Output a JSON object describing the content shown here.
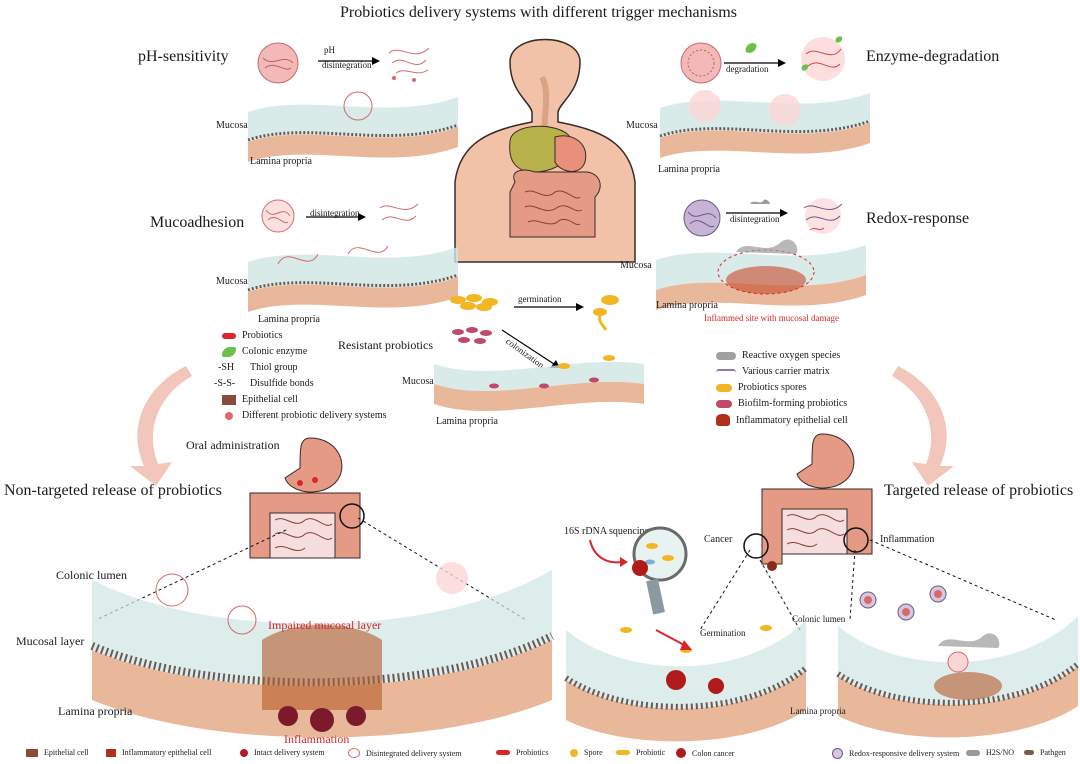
{
  "title": "Probiotics delivery systems with different trigger mechanisms",
  "panels": {
    "ph": {
      "heading": "pH-sensitivity",
      "arrow_top": "pH",
      "arrow_bottom": "disintegration",
      "mucosa": "Mucosa",
      "lamina": "Lamina propria"
    },
    "enzyme": {
      "heading": "Enzyme-degradation",
      "arrow": "degradation",
      "mucosa": "Mucosa",
      "lamina": "Lamina propria"
    },
    "muco": {
      "heading": "Mucoadhesion",
      "arrow": "disintegration",
      "mucosa": "Mucosa",
      "lamina": "Lamina propria"
    },
    "redox": {
      "heading": "Redox-response",
      "arrow": "disintegration",
      "mucosa": "Mucosa",
      "lamina": "Lamina propria",
      "inflamed": "Inflammed site with mucosal damage"
    },
    "resistant": {
      "heading": "Resistant probiotics",
      "germination": "germination",
      "colonization": "colonization",
      "mucosa": "Mucosa",
      "lamina": "Lamina propria"
    }
  },
  "legend_left": [
    "Probiotics",
    "Colonic enzyme",
    "Thiol group",
    "Disulfide bonds",
    "Epithelial cell",
    "Different probiotic delivery systems"
  ],
  "legend_left_symbols": [
    "",
    "",
    "-SH",
    "-S-S-",
    "",
    ""
  ],
  "legend_right": [
    "Reactive oxygen species",
    "Various carrier matrix",
    "Probiotics spores",
    "Biofilm-forming probiotics",
    "Inflammatory epithelial cell"
  ],
  "bottom": {
    "oral": "Oral administration",
    "non_targeted": "Non-targeted release of probiotics",
    "targeted": "Targeted release of probiotics",
    "colonic_lumen": "Colonic lumen",
    "mucosal_layer": "Mucosal layer",
    "lamina_propria": "Lamina propria",
    "impaired": "Impaired mucosal layer",
    "inflammation_red": "Inflammation",
    "rdna": "16S rDNA squencing",
    "cancer": "Cancer",
    "inflammation": "Inflammation",
    "colonic_lumen_r": "Colonic lumen",
    "germination": "Germination",
    "lamina_propria_r": "Lamina propria"
  },
  "bottom_legend": [
    "Epithelial cell",
    "Inflammatory epithelial cell",
    "Intact delivery system",
    "Disintegrated delivery system",
    "Probiotics",
    "Spore",
    "Probiotic",
    "Colon cancer",
    "Redox-responsive delivery system",
    "H2S/NO",
    "Pathgen"
  ],
  "colors": {
    "tissue": "#e9b89a",
    "mucus": "#cfe6e2",
    "red": "#d8262a",
    "stomach": "#e59a86",
    "spore": "#f2b622"
  }
}
